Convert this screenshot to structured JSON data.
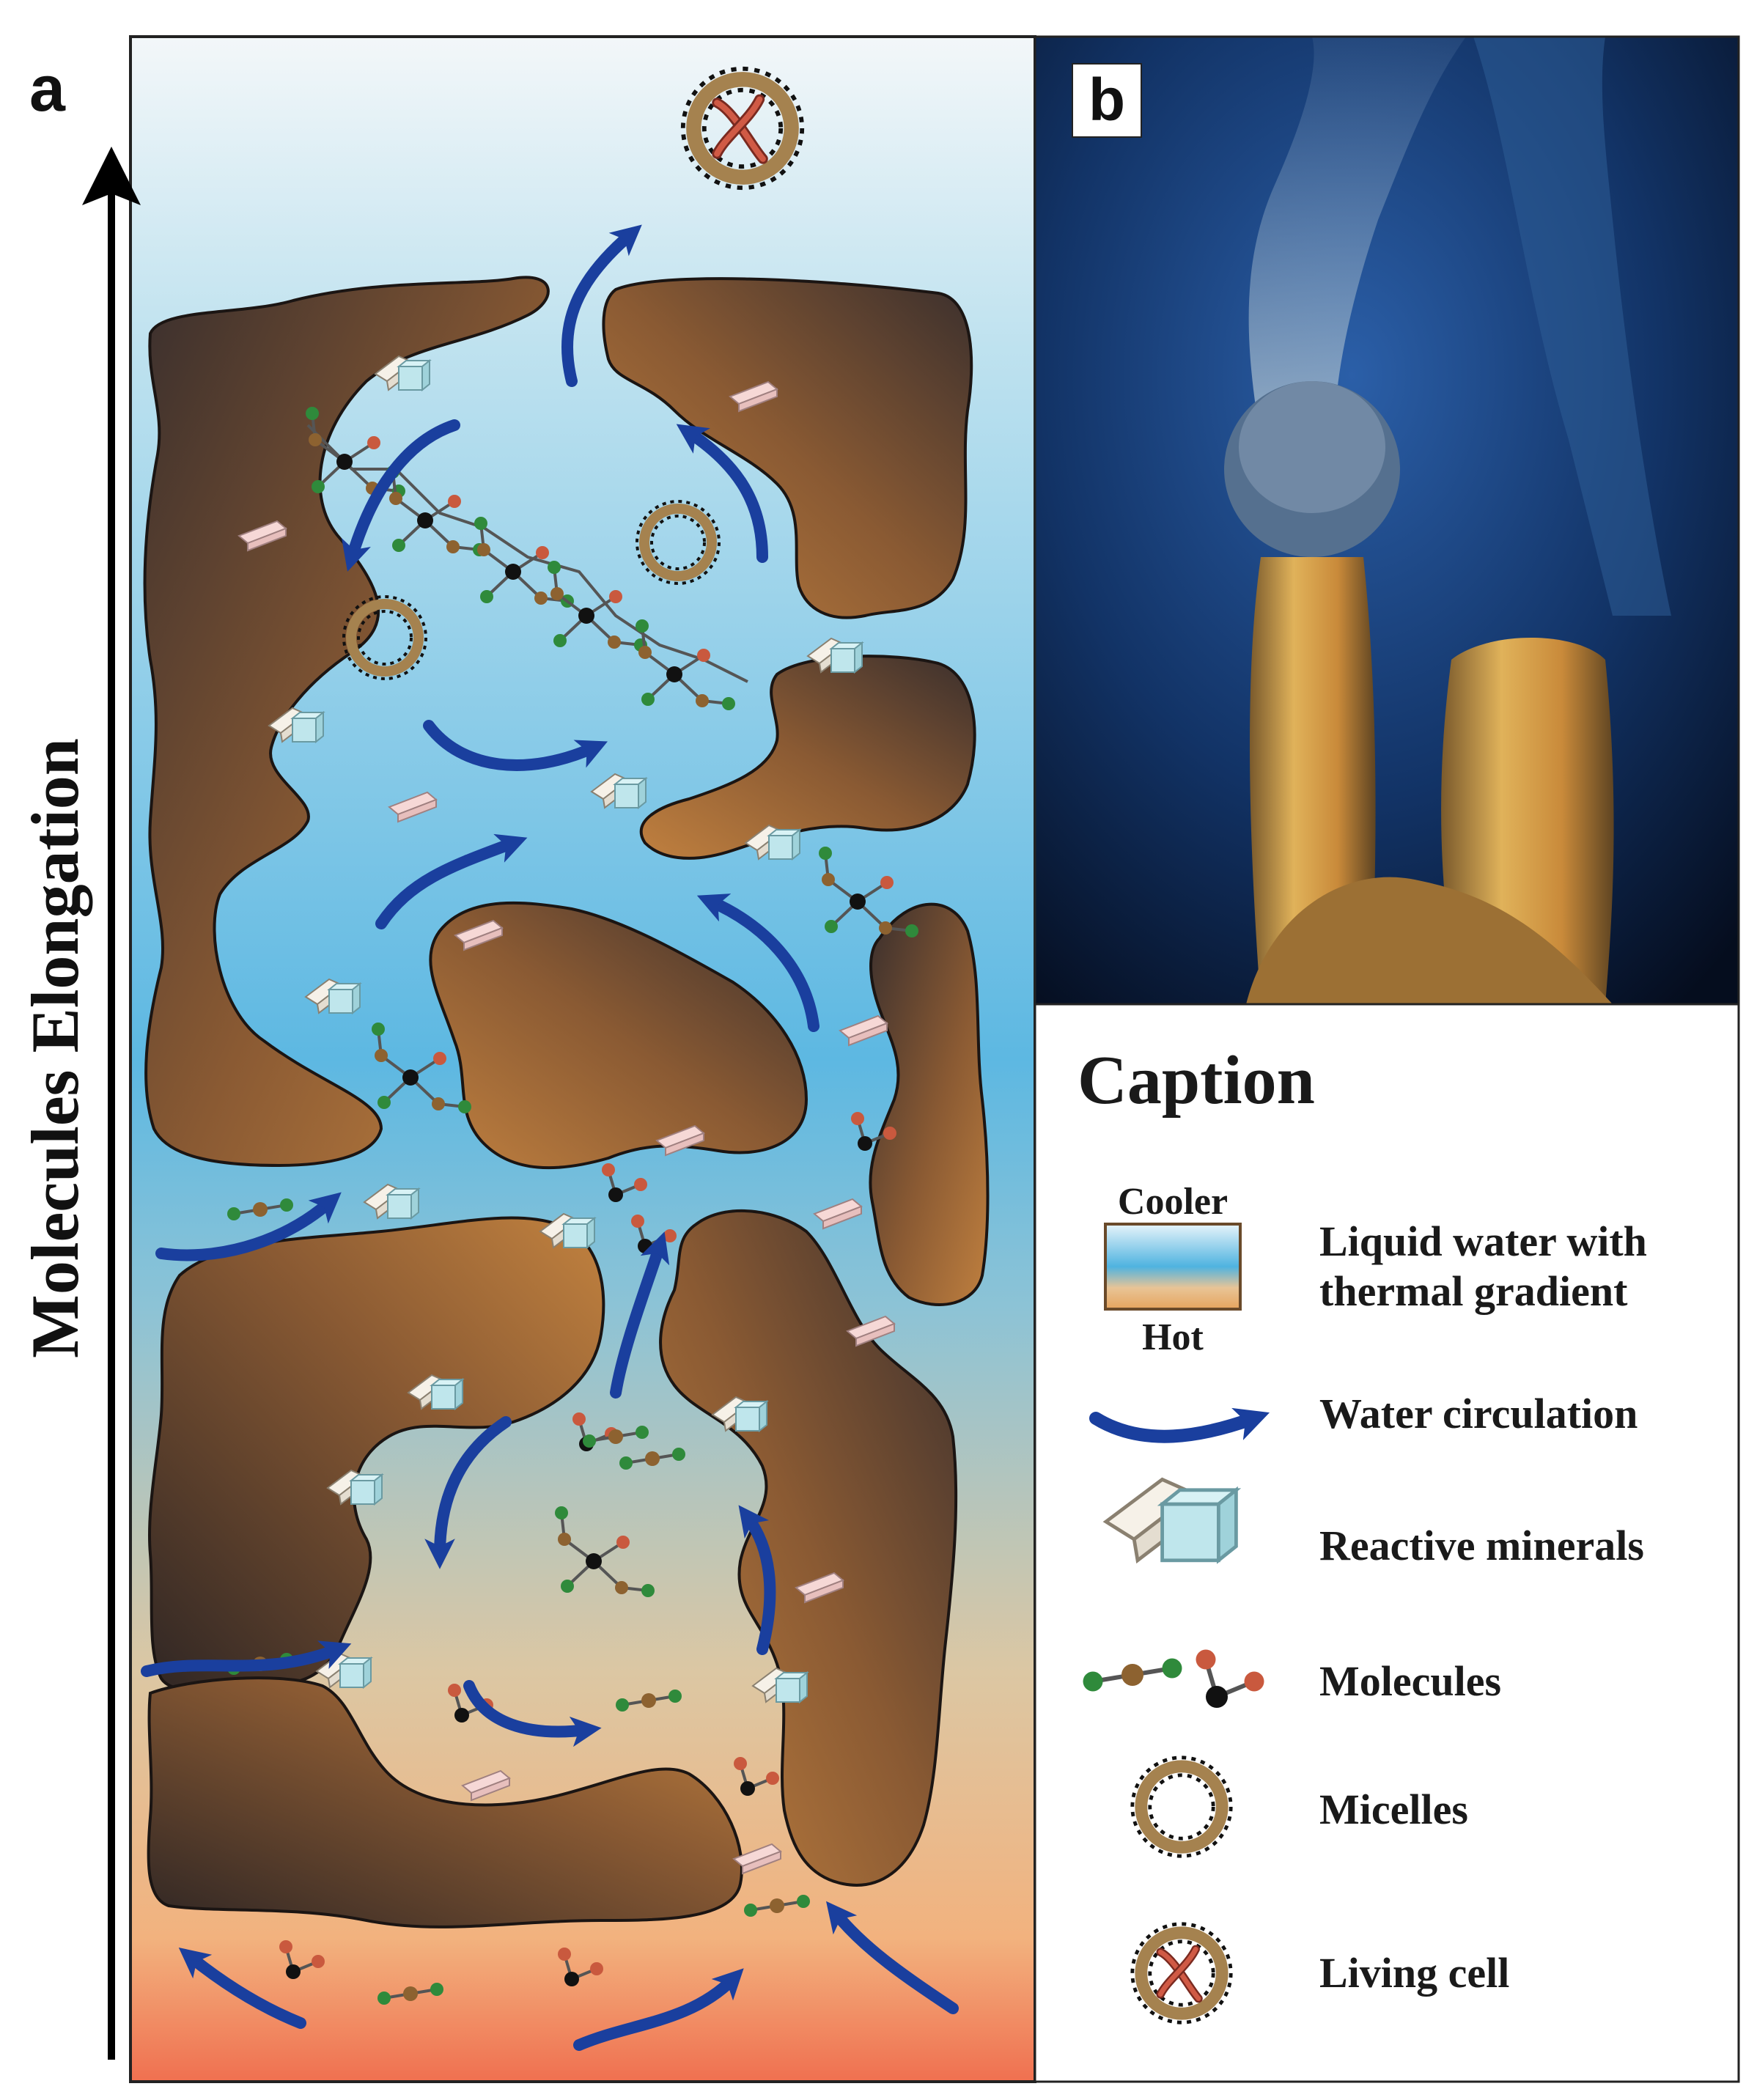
{
  "panel_a": {
    "letter": "a",
    "axis_label": "Molecules Elongation"
  },
  "panel_b": {
    "letter": "b"
  },
  "caption": {
    "title": "Caption",
    "gradient_top": "Cooler",
    "gradient_bottom": "Hot",
    "items": [
      {
        "line1": "Liquid water with",
        "line2": "thermal gradient"
      },
      {
        "line1": "Water circulation"
      },
      {
        "line1": "Reactive minerals"
      },
      {
        "line1": "Molecules"
      },
      {
        "line1": "Micelles"
      },
      {
        "line1": "Living cell"
      }
    ]
  },
  "colors": {
    "water_cool": "#eef4f8",
    "water_mid": "#5bb6e0",
    "water_warm": "#e9c28c",
    "water_hot": "#f07a5a",
    "rock_light": "#b97a3e",
    "rock_dark": "#3a2e2c",
    "arrow_blue": "#1a3f9e",
    "micelle_ring": "#a5824f",
    "molecule_green": "#2f8a3b",
    "molecule_red": "#c9593e",
    "molecule_brown": "#8d6230",
    "mineral_cyan": "#bfe6ec",
    "sea_dark": "#071326",
    "sea_blue": "#1f4f94"
  },
  "icons": [
    "up-arrow-icon",
    "water-flow-arrow-icon",
    "mineral-crystal-icon",
    "molecule-icon",
    "micelle-icon",
    "living-cell-icon"
  ]
}
